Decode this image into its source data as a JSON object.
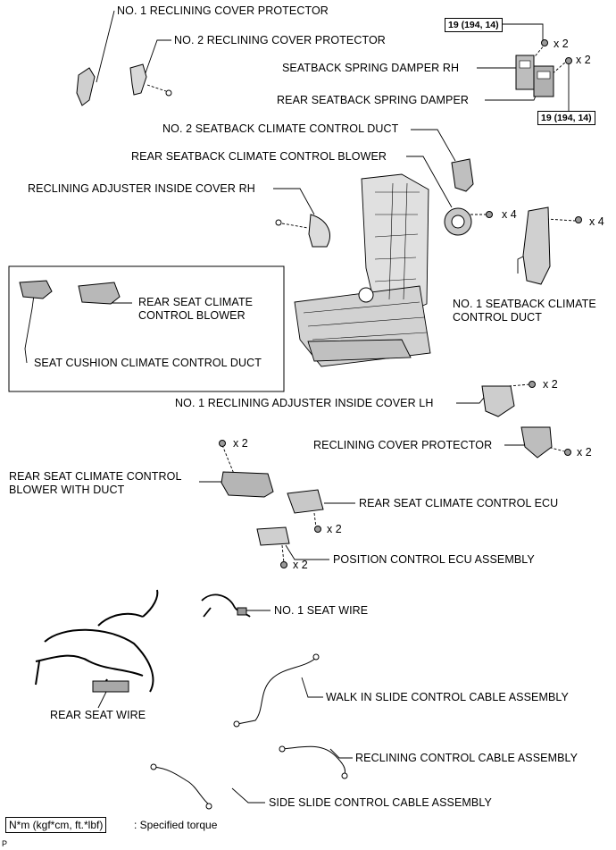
{
  "labels": {
    "no1_reclining_cover_protector": "NO. 1 RECLINING COVER PROTECTOR",
    "no2_reclining_cover_protector": "NO. 2 RECLINING COVER PROTECTOR",
    "seatback_spring_damper_rh": "SEATBACK SPRING DAMPER RH",
    "rear_seatback_spring_damper": "REAR SEATBACK SPRING DAMPER",
    "no2_seatback_climate_control_duct": "NO. 2 SEATBACK CLIMATE CONTROL DUCT",
    "rear_seatback_climate_control_blower": "REAR SEATBACK CLIMATE CONTROL BLOWER",
    "reclining_adjuster_inside_cover_rh": "RECLINING ADJUSTER INSIDE COVER RH",
    "rear_seat_climate_control_blower": "REAR SEAT CLIMATE CONTROL BLOWER",
    "seat_cushion_climate_control_duct": "SEAT CUSHION CLIMATE CONTROL DUCT",
    "no1_seatback_climate_control_duct": "NO. 1 SEATBACK CLIMATE CONTROL DUCT",
    "no1_reclining_adjuster_inside_cover_lh": "NO. 1 RECLINING ADJUSTER INSIDE COVER LH",
    "reclining_cover_protector": "RECLINING COVER PROTECTOR",
    "rear_seat_climate_control_blower_with_duct": "REAR SEAT CLIMATE CONTROL BLOWER WITH DUCT",
    "rear_seat_climate_control_ecu": "REAR SEAT CLIMATE CONTROL ECU",
    "position_control_ecu_assembly": "POSITION CONTROL ECU ASSEMBLY",
    "no1_seat_wire": "NO. 1 SEAT WIRE",
    "rear_seat_wire": "REAR SEAT WIRE",
    "walk_in_slide_control_cable_assembly": "WALK IN SLIDE CONTROL CABLE ASSEMBLY",
    "reclining_control_cable_assembly": "RECLINING CONTROL CABLE ASSEMBLY",
    "side_slide_control_cable_assembly": "SIDE SLIDE CONTROL CABLE ASSEMBLY"
  },
  "torque": {
    "top": "19 (194, 14)",
    "bottom": "19 (194, 14)"
  },
  "quantities": {
    "damper_rh_nuts": "x 2",
    "damper_rear_nuts": "x 2",
    "blower_bolts": "x 4",
    "duct_bolts": "x 4",
    "cover_lh_screws": "x 2",
    "protector_screws": "x 2",
    "blower_duct_bolts": "x 2",
    "ecu_bolts": "x 2",
    "position_ecu_bolts": "x 2"
  },
  "legend": {
    "box": "N*m (kgf*cm, ft.*lbf)",
    "text": ": Specified torque"
  },
  "corner_mark": "P"
}
